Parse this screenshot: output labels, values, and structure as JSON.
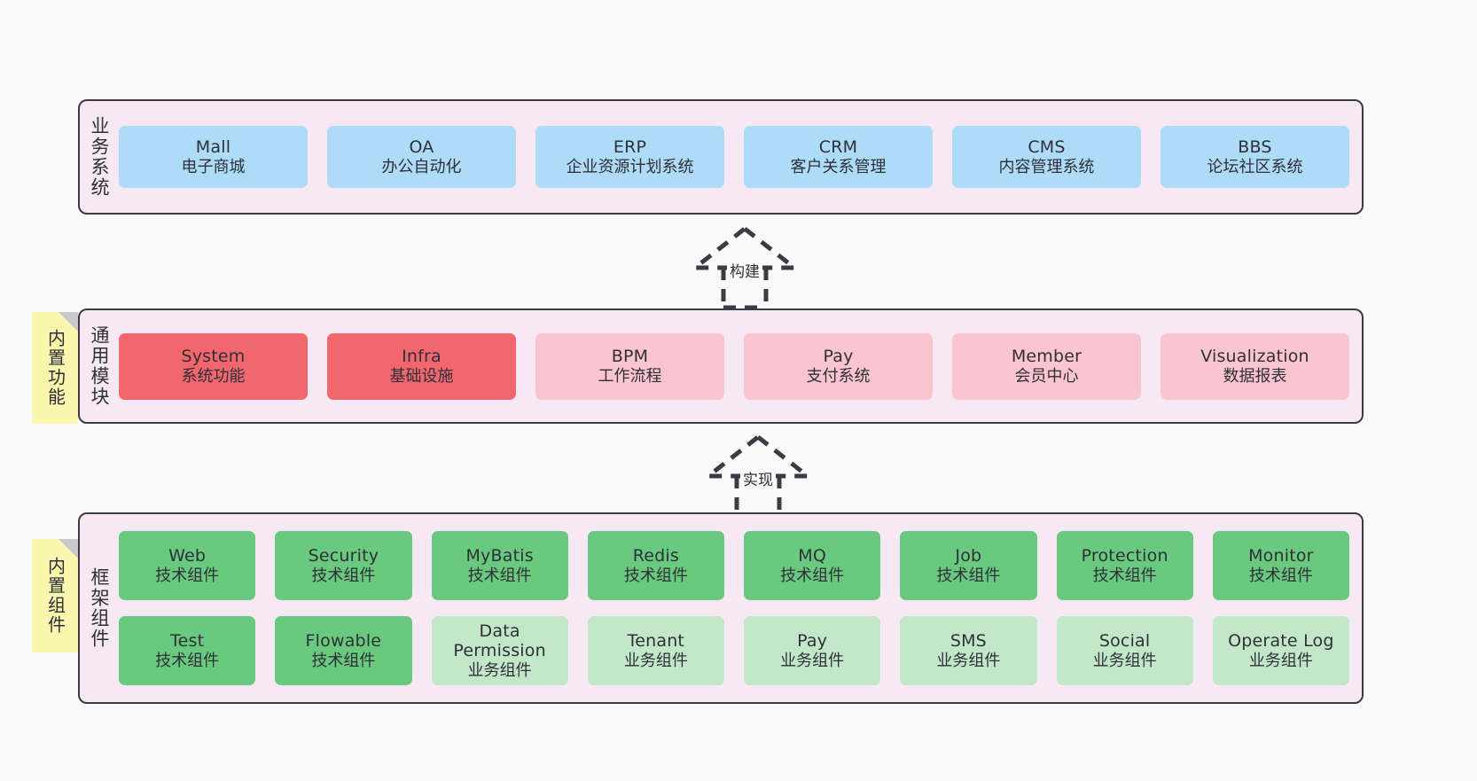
{
  "canvas": {
    "background": "#fafafa",
    "panel_background": "#f7e9f3",
    "panel_border": "#3b3b45"
  },
  "colors": {
    "blue": "#aedcf8",
    "red": "#f2666e",
    "pink": "#fbc5cf",
    "green": "#69c97f",
    "green_light": "#c2e8c9",
    "sticky_yellow": "#faf6ae",
    "sticky_fold": "#c9c9cc",
    "text": "#2f2f38"
  },
  "business": {
    "label": "业务系统",
    "cards": [
      {
        "en": "Mall",
        "cn": "电子商城"
      },
      {
        "en": "OA",
        "cn": "办公自动化"
      },
      {
        "en": "ERP",
        "cn": "企业资源计划系统"
      },
      {
        "en": "CRM",
        "cn": "客户关系管理"
      },
      {
        "en": "CMS",
        "cn": "内容管理系统"
      },
      {
        "en": "BBS",
        "cn": "论坛社区系统"
      }
    ]
  },
  "connector_build": {
    "label": "构建"
  },
  "modules": {
    "label": "通用模块",
    "sticky": "内置功能",
    "cards": [
      {
        "en": "System",
        "cn": "系统功能",
        "color": "red"
      },
      {
        "en": "Infra",
        "cn": "基础设施",
        "color": "red"
      },
      {
        "en": "BPM",
        "cn": "工作流程",
        "color": "pink"
      },
      {
        "en": "Pay",
        "cn": "支付系统",
        "color": "pink"
      },
      {
        "en": "Member",
        "cn": "会员中心",
        "color": "pink"
      },
      {
        "en": "Visualization",
        "cn": "数据报表",
        "color": "pink"
      }
    ]
  },
  "connector_realize": {
    "label": "实现"
  },
  "framework": {
    "label": "框架组件",
    "sticky": "内置组件",
    "row1": [
      {
        "en": "Web",
        "cn": "技术组件",
        "color": "green"
      },
      {
        "en": "Security",
        "cn": "技术组件",
        "color": "green"
      },
      {
        "en": "MyBatis",
        "cn": "技术组件",
        "color": "green"
      },
      {
        "en": "Redis",
        "cn": "技术组件",
        "color": "green"
      },
      {
        "en": "MQ",
        "cn": "技术组件",
        "color": "green"
      },
      {
        "en": "Job",
        "cn": "技术组件",
        "color": "green"
      },
      {
        "en": "Protection",
        "cn": "技术组件",
        "color": "green"
      },
      {
        "en": "Monitor",
        "cn": "技术组件",
        "color": "green"
      }
    ],
    "row2": [
      {
        "en": "Test",
        "cn": "技术组件",
        "color": "green"
      },
      {
        "en": "Flowable",
        "cn": "技术组件",
        "color": "green"
      },
      {
        "en": "Data Permission",
        "cn": "业务组件",
        "color": "green-light"
      },
      {
        "en": "Tenant",
        "cn": "业务组件",
        "color": "green-light"
      },
      {
        "en": "Pay",
        "cn": "业务组件",
        "color": "green-light"
      },
      {
        "en": "SMS",
        "cn": "业务组件",
        "color": "green-light"
      },
      {
        "en": "Social",
        "cn": "业务组件",
        "color": "green-light"
      },
      {
        "en": "Operate Log",
        "cn": "业务组件",
        "color": "green-light"
      }
    ]
  }
}
